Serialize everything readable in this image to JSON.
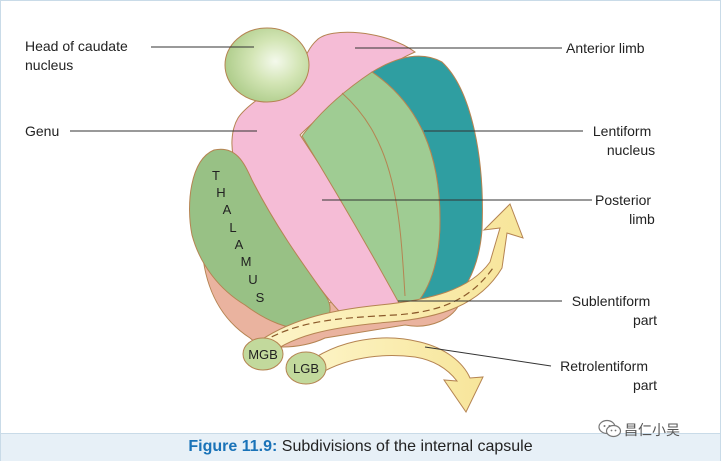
{
  "labels": {
    "head_of_caudate": [
      "Head of caudate",
      "nucleus"
    ],
    "anterior_limb": [
      "Anterior limb"
    ],
    "genu": [
      "Genu"
    ],
    "lentiform_nucleus": [
      "Lentiform",
      "nucleus"
    ],
    "posterior_limb": [
      "Posterior",
      "limb"
    ],
    "sublentiform_part": [
      "Sublentiform",
      "part"
    ],
    "retrolentiform_part": [
      "Retrolentiform",
      "part"
    ],
    "thalamus": [
      "T",
      "H",
      "A",
      "L",
      "A",
      "M",
      "U",
      "S"
    ],
    "mgb": "MGB",
    "lgb": "LGB"
  },
  "caption": {
    "number": "Figure 11.9:",
    "text": "Subdivisions of the internal capsule"
  },
  "watermark": {
    "text": "昌仁小吴",
    "icon": "wechat-icon"
  },
  "colors": {
    "internal_capsule": "#f5bcd6",
    "caudate": "#c2d99c",
    "thalamus": "#98c185",
    "lentiform_inner": "#9fcc93",
    "lentiform_outer": "#2f9ea1",
    "outline": "#b58452",
    "salmon": "#eab39f",
    "fiber_arrow": "#f9ecaa",
    "caption_accent": "#1a73b8"
  }
}
